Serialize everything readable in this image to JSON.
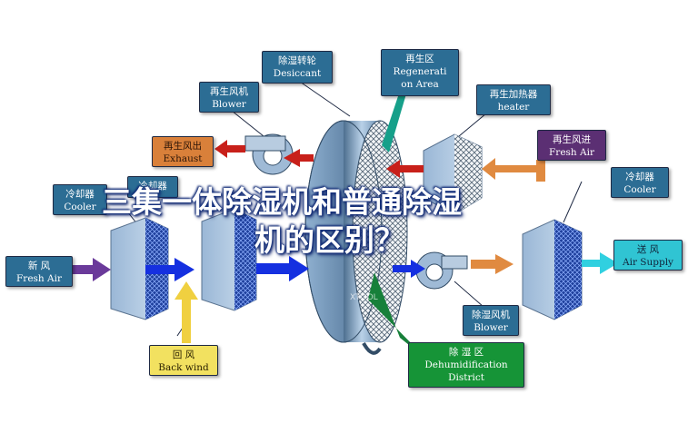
{
  "labels": {
    "desiccant": {
      "cn": "除湿转轮",
      "en": "Desiccant"
    },
    "regen_area": {
      "cn": "再生区",
      "en1": "Regenerati",
      "en2": "on Area"
    },
    "regen_blower": {
      "cn": "再生风机",
      "en": "Blower"
    },
    "regen_heater": {
      "cn": "再生加热器",
      "en": "heater"
    },
    "regen_exhaust": {
      "cn": "再生风出",
      "en": "Exhaust"
    },
    "regen_fresh_air": {
      "cn": "再生风进",
      "en": "Fresh Air"
    },
    "cooler_left": {
      "cn": "冷却器",
      "en": "Cooler"
    },
    "cooler_mid": {
      "cn": "冷却器",
      "en": ""
    },
    "cooler_right": {
      "cn": "冷却器",
      "en": "Cooler"
    },
    "fresh_air": {
      "cn": "新    风",
      "en": "Fresh Air"
    },
    "air_supply": {
      "cn": "送  风",
      "en": "Air Supply"
    },
    "dehum_blower": {
      "cn": "除湿风机",
      "en": "Blower"
    },
    "back_wind": {
      "cn": "回    风",
      "en": "Back wind"
    },
    "dehum_district": {
      "cn": "除    湿    区",
      "en1": "Dehumidification",
      "en2": "District"
    }
  },
  "title": {
    "line1": "三集一体除湿机和普通除湿",
    "line2": "机的区别？"
  },
  "watermark": "XTOOL",
  "colors": {
    "label_blue": "#2c6d94",
    "label_orange": "#d9803a",
    "label_purple": "#5b2f73",
    "label_cyan": "#30c4d3",
    "label_yellow": "#f2e160",
    "label_green": "#169437",
    "arrow_blue": "#1530e0",
    "arrow_red": "#c8201a",
    "arrow_orange": "#e08a40",
    "arrow_yellow": "#f0d040",
    "arrow_purple": "#6a3a9a",
    "arrow_cyan": "#30d0e0"
  }
}
